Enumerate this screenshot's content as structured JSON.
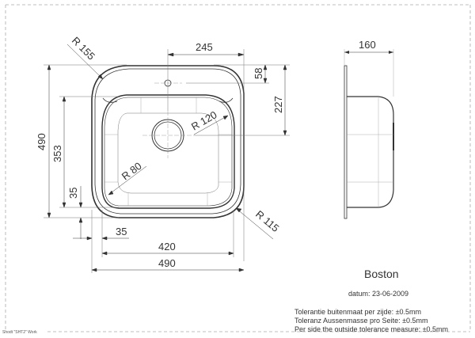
{
  "drawing": {
    "product_name": "Boston",
    "date_label": "datum: 23-06-2009",
    "tolerance_notes": [
      "Tolerantie buitenmaat per zijde: ±0.5mm",
      "Toleranz Aussenmasse pro Seite: ±0.5mm",
      "Per side the outside tolerance measure: ±0.5mm"
    ],
    "footer_text": "Shodt \"SHT2\" Work"
  },
  "top_view": {
    "dimensions": {
      "overall_width": "490",
      "bowl_width": "420",
      "rim_offset_x": "35",
      "drain_to_edge": "245",
      "tap_hole_from_top": "58",
      "drain_from_top": "227",
      "overall_height": "490",
      "bowl_height": "353",
      "rim_offset_y": "35"
    },
    "radii": {
      "outer_corner": "R 155",
      "inner_corner_top": "R 120",
      "bowl_corner": "R 80",
      "outer_corner_bottom": "R 115"
    }
  },
  "side_view": {
    "dimensions": {
      "depth": "160"
    }
  }
}
